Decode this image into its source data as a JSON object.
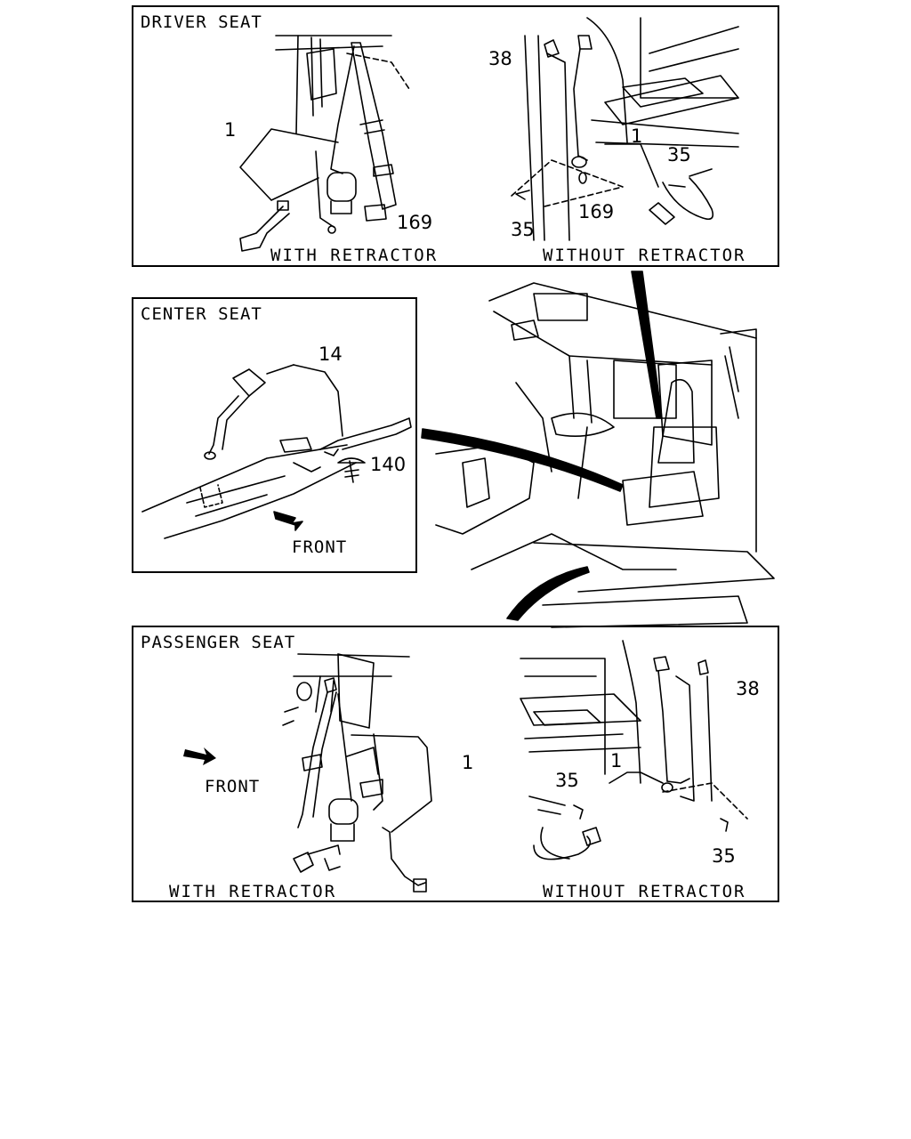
{
  "driver_seat": {
    "title": "DRIVER SEAT",
    "captions": [
      "WITH RETRACTOR",
      "WITHOUT RETRACTOR"
    ],
    "callouts": {
      "belt_with_retractor": "1",
      "ring_with_retractor": "169",
      "anchor_cover": "38",
      "bolt_buckle": "35",
      "belt_without_retractor": "1",
      "bolt_anchor": "35",
      "ring_without_retractor": "169"
    }
  },
  "center_seat": {
    "title": "CENTER SEAT",
    "direction_label": "FRONT",
    "callouts": {
      "belt": "14",
      "clip": "140"
    }
  },
  "passenger_seat": {
    "title": "PASSENGER SEAT",
    "direction_label": "FRONT",
    "captions": [
      "WITH RETRACTOR",
      "WITHOUT RETRACTOR"
    ],
    "callouts": {
      "belt_with_retractor": "1",
      "anchor_cover": "38",
      "bolt_buckle": "35",
      "belt_without_retractor": "1",
      "bolt_anchor": "35"
    }
  }
}
